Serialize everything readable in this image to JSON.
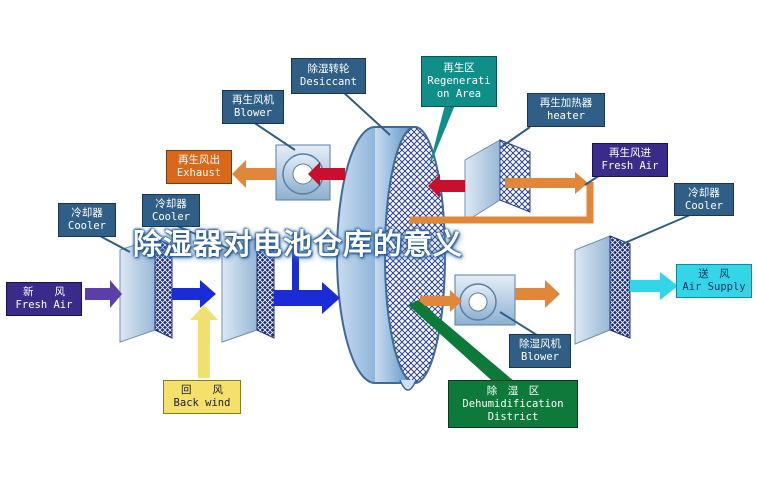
{
  "headline": "除湿器对电池仓库的意义",
  "labels": {
    "desiccant": [
      "除湿转轮",
      "Desiccant"
    ],
    "regen_area": [
      "再生区",
      "Regenerati",
      "on Area"
    ],
    "regen_blower": [
      "再生风机",
      "Blower"
    ],
    "regen_heater": [
      "再生加热器",
      "heater"
    ],
    "exhaust": [
      "再生风出",
      "Exhaust"
    ],
    "regen_fresh_air": [
      "再生风进",
      "Fresh Air"
    ],
    "cooler_left": [
      "冷却器",
      "Cooler"
    ],
    "cooler_mid": [
      "冷却器",
      "Cooler"
    ],
    "cooler_right": [
      "冷却器",
      "Cooler"
    ],
    "fresh_air": [
      "新　　风",
      "Fresh Air"
    ],
    "air_supply": [
      "送　风",
      "Air Supply"
    ],
    "back_wind": [
      "回　　风",
      "Back wind"
    ],
    "process_blower": [
      "除湿风机",
      "Blower"
    ],
    "dehumid_district": [
      "除　湿　区",
      "Dehumidification",
      "District"
    ]
  },
  "colors": {
    "label_steel": "#2f5f86",
    "arrow_orange": "#e0873a",
    "arrow_blue": "#1a2cd6",
    "arrow_red": "#c8102e",
    "arrow_cyan": "#33d6e8",
    "arrow_yellow": "#f0e070",
    "arrow_purple": "#5a3fa8",
    "pointer_green": "#0e7a3a",
    "pointer_teal": "#0f8e8a"
  }
}
